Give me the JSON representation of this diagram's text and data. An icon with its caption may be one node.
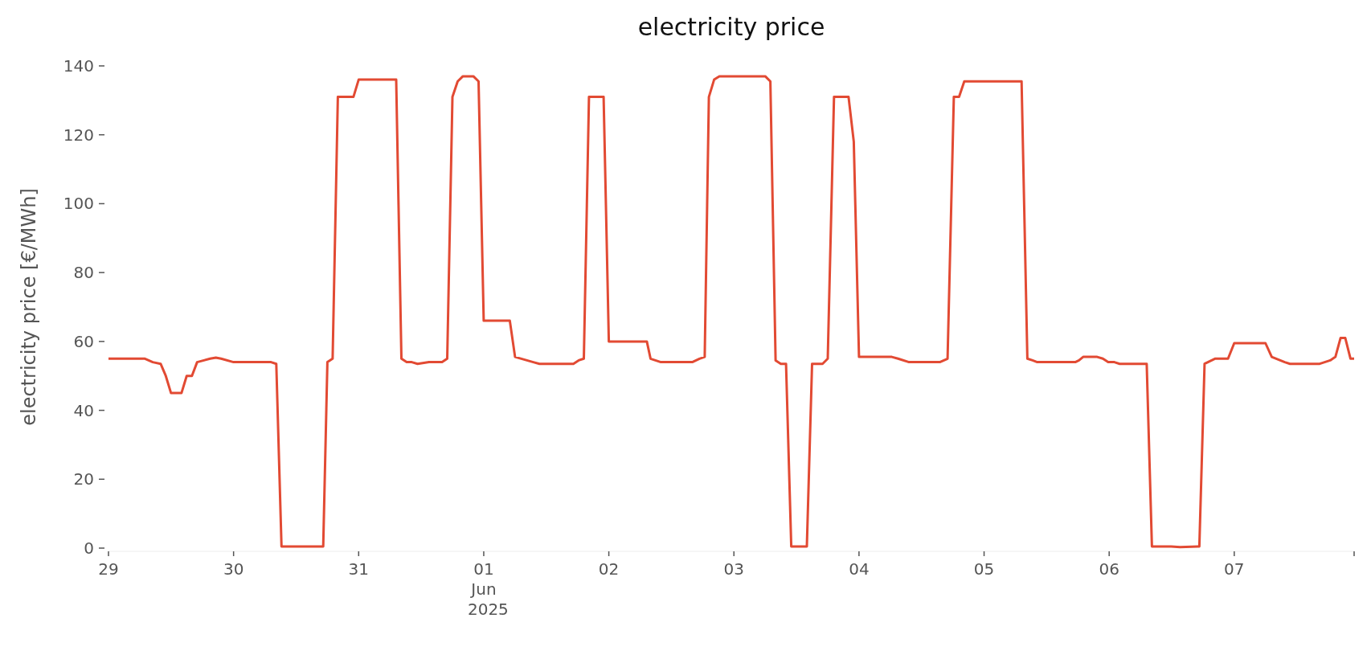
{
  "diagram": {
    "chart_data": {
      "type": "line",
      "title": "electricity price",
      "ylabel": "electricity price [€/MWh]",
      "x": [
        "2025-05-29T00:00",
        "2025-05-29T07:00",
        "2025-05-29T08:30",
        "2025-05-29T10:00",
        "2025-05-29T11:00",
        "2025-05-29T12:00",
        "2025-05-29T14:00",
        "2025-05-29T15:00",
        "2025-05-29T16:00",
        "2025-05-29T17:00",
        "2025-05-29T19:30",
        "2025-05-29T20:36",
        "2025-05-29T21:36",
        "2025-05-30T00:00",
        "2025-05-30T07:12",
        "2025-05-30T08:12",
        "2025-05-30T09:12",
        "2025-05-30T17:12",
        "2025-05-30T18:00",
        "2025-05-30T19:00",
        "2025-05-30T20:00",
        "2025-05-30T23:00",
        "2025-05-31T00:00",
        "2025-05-31T07:12",
        "2025-05-31T08:12",
        "2025-05-31T09:12",
        "2025-05-31T10:12",
        "2025-05-31T11:18",
        "2025-05-31T13:30",
        "2025-05-31T16:00",
        "2025-05-31T17:00",
        "2025-05-31T18:00",
        "2025-05-31T19:00",
        "2025-05-31T20:00",
        "2025-05-31T22:00",
        "2025-05-31T23:00",
        "2025-06-01T00:00",
        "2025-06-01T05:00",
        "2025-06-01T06:00",
        "2025-06-01T09:30",
        "2025-06-01T10:42",
        "2025-06-01T17:12",
        "2025-06-01T18:12",
        "2025-06-01T19:12",
        "2025-06-01T20:12",
        "2025-06-01T23:00",
        "2025-06-02T00:00",
        "2025-06-02T07:18",
        "2025-06-02T08:00",
        "2025-06-02T10:00",
        "2025-06-02T16:00",
        "2025-06-02T17:24",
        "2025-06-02T18:24",
        "2025-06-02T19:12",
        "2025-06-02T20:12",
        "2025-06-02T21:12",
        "2025-06-03T06:00",
        "2025-06-03T07:00",
        "2025-06-03T08:00",
        "2025-06-03T09:00",
        "2025-06-03T10:00",
        "2025-06-03T11:00",
        "2025-06-03T14:00",
        "2025-06-03T15:00",
        "2025-06-03T17:00",
        "2025-06-03T18:00",
        "2025-06-03T19:12",
        "2025-06-03T22:00",
        "2025-06-03T23:00",
        "2025-06-04T00:00",
        "2025-06-04T06:18",
        "2025-06-04T07:30",
        "2025-06-04T09:36",
        "2025-06-04T15:30",
        "2025-06-04T17:00",
        "2025-06-04T18:12",
        "2025-06-04T19:12",
        "2025-06-04T20:12",
        "2025-06-05T07:12",
        "2025-06-05T08:18",
        "2025-06-05T09:18",
        "2025-06-05T10:12",
        "2025-06-05T17:30",
        "2025-06-05T18:12",
        "2025-06-05T19:00",
        "2025-06-05T21:42",
        "2025-06-05T22:48",
        "2025-06-05T23:48",
        "2025-06-06T01:00",
        "2025-06-06T02:00",
        "2025-06-06T07:12",
        "2025-06-06T08:12",
        "2025-06-06T11:54",
        "2025-06-06T13:36",
        "2025-06-06T17:00",
        "2025-06-06T17:18",
        "2025-06-06T18:18",
        "2025-06-06T20:18",
        "2025-06-06T22:48",
        "2025-06-07T00:00",
        "2025-06-07T06:00",
        "2025-06-07T07:12",
        "2025-06-07T09:42",
        "2025-06-07T10:42",
        "2025-06-07T16:24",
        "2025-06-07T18:24",
        "2025-06-07T19:24",
        "2025-06-07T20:24",
        "2025-06-07T21:18",
        "2025-06-07T22:18",
        "2025-06-07T23:00"
      ],
      "series": [
        {
          "color": "#e24a33",
          "values": [
            55,
            55,
            54,
            53.5,
            50,
            45,
            45,
            50,
            50,
            54,
            55,
            55.3,
            55,
            54,
            54,
            53.5,
            0.5,
            0.5,
            54,
            55,
            131,
            131,
            136,
            136,
            55,
            54,
            54,
            53.5,
            54,
            54,
            55,
            131,
            135.5,
            137,
            137,
            135.5,
            66,
            66,
            55.5,
            54,
            53.5,
            53.5,
            54.5,
            55,
            131,
            131,
            60,
            60,
            55,
            54,
            54,
            55,
            55.5,
            131,
            136,
            137,
            137,
            135.5,
            54.5,
            53.5,
            53.5,
            0.5,
            0.5,
            53.5,
            53.5,
            55,
            131,
            131,
            118,
            55.5,
            55.5,
            55,
            54,
            54,
            55,
            131,
            131,
            135.5,
            135.5,
            55,
            54.5,
            54,
            54,
            54.5,
            55.5,
            55.5,
            55,
            54,
            54,
            53.5,
            53.5,
            0.5,
            0.5,
            0.3,
            0.5,
            0.5,
            53.5,
            55,
            55,
            59.5,
            59.5,
            55.5,
            54,
            53.5,
            53.5,
            54.5,
            55.5,
            61,
            61,
            55,
            55
          ]
        }
      ],
      "xlim": [
        "2025-05-29T00:00",
        "2025-06-07T23:00"
      ],
      "ylim": [
        0,
        140
      ],
      "xticks": [
        {
          "value": "2025-05-29T00:00",
          "label": "29"
        },
        {
          "value": "2025-05-30T00:00",
          "label": "30"
        },
        {
          "value": "2025-05-31T00:00",
          "label": "31"
        },
        {
          "value": "2025-06-01T00:00",
          "label": "01 Jun 2025"
        },
        {
          "value": "2025-06-02T00:00",
          "label": "02"
        },
        {
          "value": "2025-06-03T00:00",
          "label": "03"
        },
        {
          "value": "2025-06-04T00:00",
          "label": "04"
        },
        {
          "value": "2025-06-05T00:00",
          "label": "05"
        },
        {
          "value": "2025-06-06T00:00",
          "label": "06"
        },
        {
          "value": "2025-06-07T00:00",
          "label": "07"
        }
      ],
      "yticks": [
        0,
        20,
        40,
        60,
        80,
        100,
        120,
        140
      ]
    }
  }
}
